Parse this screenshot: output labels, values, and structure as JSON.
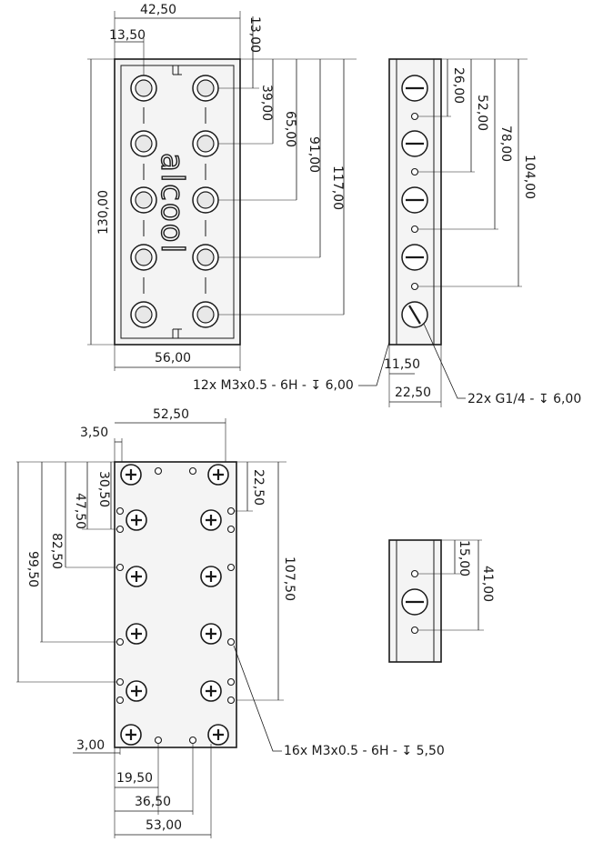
{
  "top_view": {
    "dims": {
      "width_top": "42,50",
      "offset_left": "13,50",
      "v13": "13,00",
      "v39": "39,00",
      "v65": "65,00",
      "v91": "91,00",
      "v117": "117,00",
      "height_total": "130,00",
      "width_bottom": "56,00"
    },
    "logo_text": "alcool",
    "note_thread": "12x M3x0.5 - 6H - ↧ 6,00"
  },
  "side_view": {
    "dims": {
      "v26": "26,00",
      "v52": "52,00",
      "v78": "78,00",
      "v104": "104,00",
      "w11": "11,50",
      "w22": "22,50"
    },
    "note_ports": "22x G1/4 - ↧ 6,00"
  },
  "bottom_view": {
    "dims": {
      "w52": "52,50",
      "w3_5": "3,50",
      "v22": "22,50",
      "v30": "30,50",
      "v47": "47,50",
      "v82": "82,50",
      "v99": "99,50",
      "v107": "107,50",
      "w3": "3,00",
      "w19": "19,50",
      "w36": "36,50",
      "w53": "53,00"
    },
    "note_holes": "16x M3x0.5 - 6H - ↧ 5,50"
  },
  "end_view": {
    "dims": {
      "v15": "15,00",
      "v41": "41,00"
    }
  }
}
